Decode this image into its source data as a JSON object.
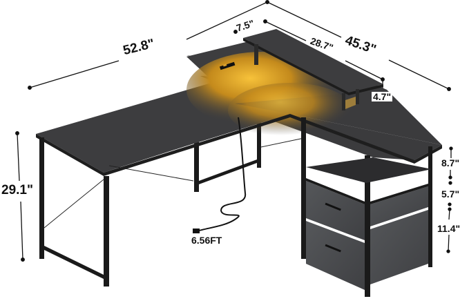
{
  "product": {
    "type": "L-shaped computer desk",
    "features": [
      "LED light strip under monitor shelf",
      "power outlet with USB",
      "monitor stand shelf",
      "open storage shelf",
      "two fabric drawers",
      "metal frame"
    ]
  },
  "dimensions": {
    "left_length": "52.8\"",
    "right_length": "45.3\"",
    "shelf_length": "28.7\"",
    "shelf_depth": "7.5\"",
    "shelf_height": "4.7\"",
    "desk_height": "29.1\"",
    "open_shelf_height": "8.7\"",
    "top_drawer_height": "5.7\"",
    "bottom_drawer_height": "11.4\"",
    "cord_length": "6.56FT"
  },
  "colors": {
    "desktop": "#3c3c3c",
    "desktop_edge": "#1e1e1e",
    "frame": "#1a1a1a",
    "drawer_fabric": "#4a4a4c",
    "led_glow": "#f5b528",
    "dimension_line": "#111111",
    "background": "#ffffff"
  }
}
